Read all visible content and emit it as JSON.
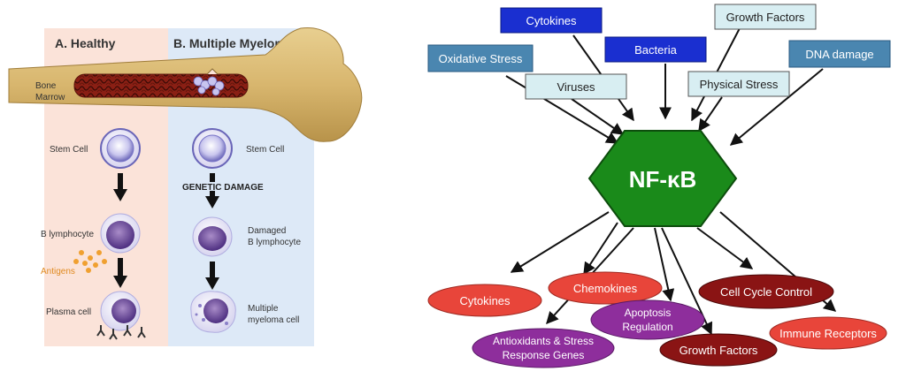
{
  "healthy_panel": {
    "title": "A. Healthy",
    "bone_marrow_label_line1": "Bone",
    "bone_marrow_label_line2": "Marrow",
    "stem_cell": "Stem Cell",
    "b_lymphocyte": "B lymphocyte",
    "antigens": "Antigens",
    "plasma_cell": "Plasma cell"
  },
  "myeloma_panel": {
    "title": "B. Multiple Myeloma",
    "stem_cell": "Stem Cell",
    "genetic_damage": "GENETIC DAMAGE",
    "damaged_line1": "Damaged",
    "damaged_line2": "B lymphocyte",
    "multiple_line1": "Multiple",
    "multiple_line2": "myeloma cell"
  },
  "nfkb": {
    "center_label": "NF-κB",
    "inputs": [
      {
        "id": "cytokines",
        "label": "Cytokines",
        "style": "dark-blue"
      },
      {
        "id": "growth-factors",
        "label": "Growth Factors",
        "style": "light"
      },
      {
        "id": "oxidative-stress",
        "label": "Oxidative Stress",
        "style": "steel-blue"
      },
      {
        "id": "bacteria",
        "label": "Bacteria",
        "style": "dark-blue"
      },
      {
        "id": "dna-damage",
        "label": "DNA damage",
        "style": "steel-blue"
      },
      {
        "id": "viruses",
        "label": "Viruses",
        "style": "light"
      },
      {
        "id": "physical-stress",
        "label": "Physical Stress",
        "style": "light"
      }
    ],
    "outputs": [
      {
        "id": "cytokines",
        "label": "Cytokines",
        "style": "red"
      },
      {
        "id": "chemokines",
        "label": "Chemokines",
        "style": "red"
      },
      {
        "id": "cell-cycle-control",
        "label": "Cell Cycle Control",
        "style": "dark-red"
      },
      {
        "id": "apoptosis-regulation",
        "label_line1": "Apoptosis",
        "label_line2": "Regulation",
        "style": "purple"
      },
      {
        "id": "antioxidants",
        "label_line1": "Antioxidants & Stress",
        "label_line2": "Response Genes",
        "style": "purple"
      },
      {
        "id": "growth-factors",
        "label": "Growth Factors",
        "style": "dark-red"
      },
      {
        "id": "immune-receptors",
        "label": "Immune Receptors",
        "style": "red"
      }
    ],
    "colors": {
      "hexagon": "#1a8a1a",
      "dark_blue": "#1a2fd0",
      "steel_blue": "#4a86b0",
      "light_box": "#d8eef2",
      "red": "#e8453a",
      "dark_red": "#8a1414",
      "purple": "#8e2e9c"
    }
  }
}
